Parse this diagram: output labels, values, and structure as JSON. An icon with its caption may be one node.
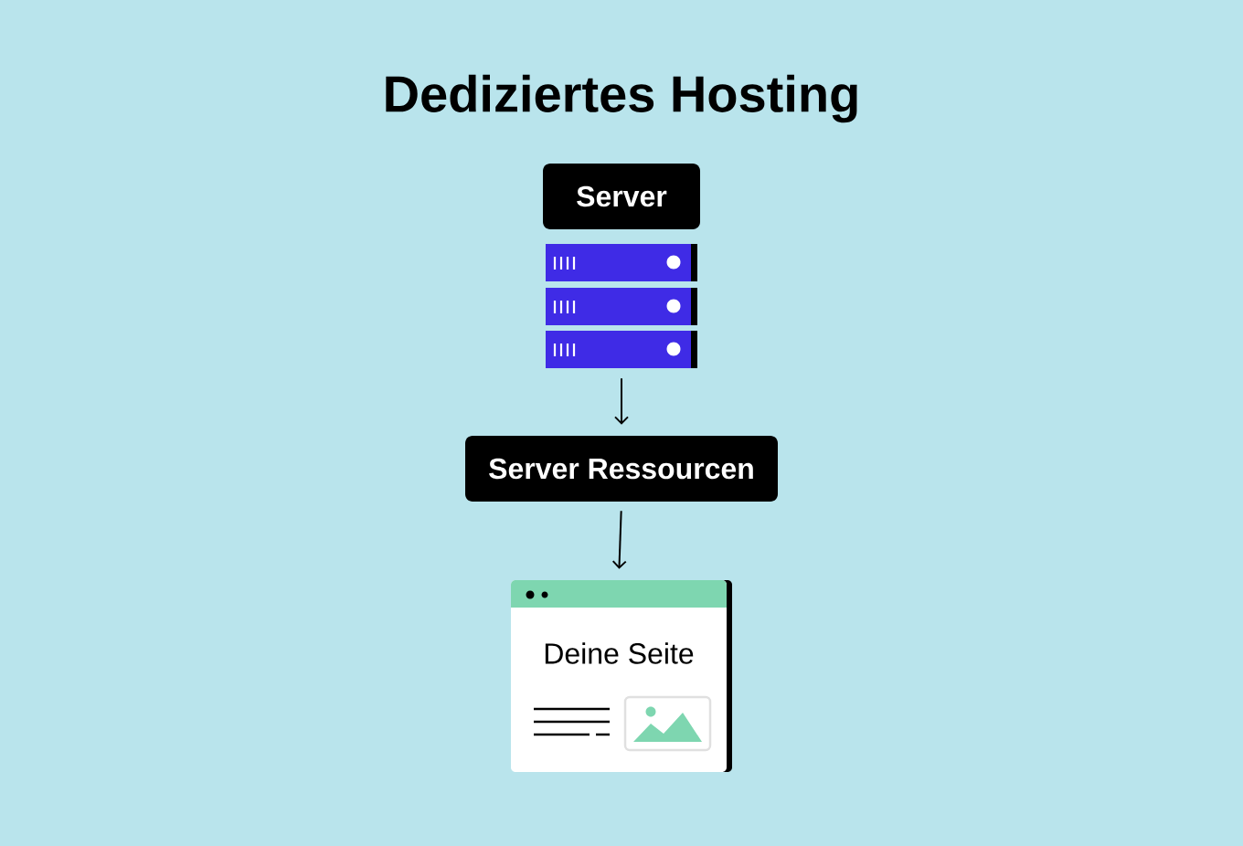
{
  "diagram": {
    "title": "Dediziertes Hosting",
    "nodes": [
      {
        "text": [
          "Server"
        ]
      },
      {
        "text": [],
        "shape": "server"
      },
      {
        "text": [
          "Server Ressourcen"
        ]
      },
      {
        "text": [
          "Deine Seite"
        ]
      }
    ],
    "edges": [
      {
        "from": 1,
        "to": 2,
        "arrow": "to"
      },
      {
        "from": 2,
        "to": 3,
        "arrow": "to"
      }
    ]
  }
}
